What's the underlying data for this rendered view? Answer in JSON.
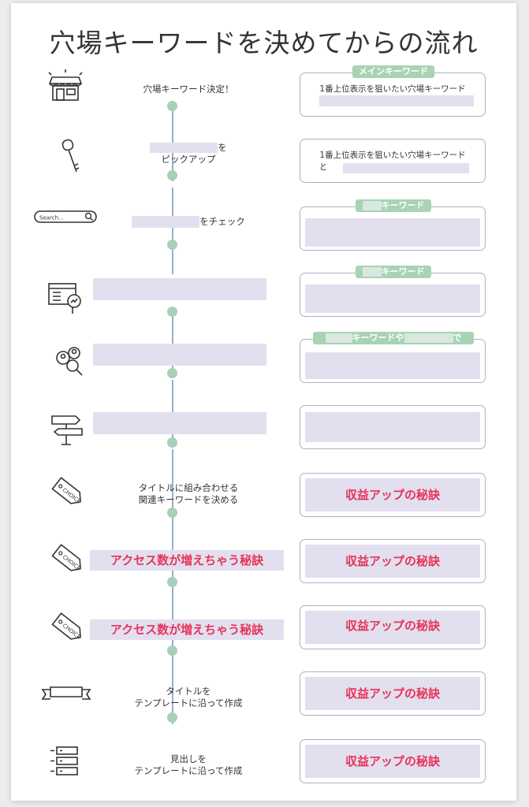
{
  "title": "穴場キーワードを決めてからの流れ",
  "icons": [
    "shop-icon",
    "key-icon",
    "search-bar-icon",
    "web-analytics-icon",
    "people-search-icon",
    "signpost-icon",
    "choice-tag-icon",
    "choice-tag-icon",
    "choice-tag-icon",
    "ribbon-banner-icon",
    "server-list-icon"
  ],
  "search_icon_text": "Search...",
  "choice_tag_text": "CHOICE",
  "steps": {
    "s1": "穴場キーワード決定！",
    "s2_suffix": "を",
    "s2_line2": "ピックアップ",
    "s3_suffix": "をチェック",
    "s7_line1": "タイトルに組み合わせる",
    "s7_line2": "関連キーワードを決める",
    "s8": "アクセス数が増えちゃう秘訣",
    "s9": "アクセス数が増えちゃう秘訣",
    "s10_line1": "タイトルを",
    "s10_line2": "テンプレートに沿って作成",
    "s11_line1": "見出しを",
    "s11_line2": "テンプレートに沿って作成"
  },
  "boxes": {
    "b1_badge": "メインキーワード",
    "b1_text": "1番上位表示を狙いたい穴場キーワード",
    "b2_text": "1番上位表示を狙いたい穴場キーワード",
    "b2_prefix": "と",
    "b3_badge": "キーワード",
    "b4_badge": "キーワード",
    "b5_badge_mid": "キーワードや",
    "b5_badge_end": "で",
    "red1": "収益アップの秘訣",
    "red2": "収益アップの秘訣",
    "red3": "収益アップの秘訣",
    "red4": "収益アップの秘訣",
    "red5": "収益アップの秘訣"
  },
  "colors": {
    "accent_green": "#a8d3b5",
    "highlight": "#e2e0ef",
    "red": "#e8325a",
    "line": "#9ab0c4"
  }
}
